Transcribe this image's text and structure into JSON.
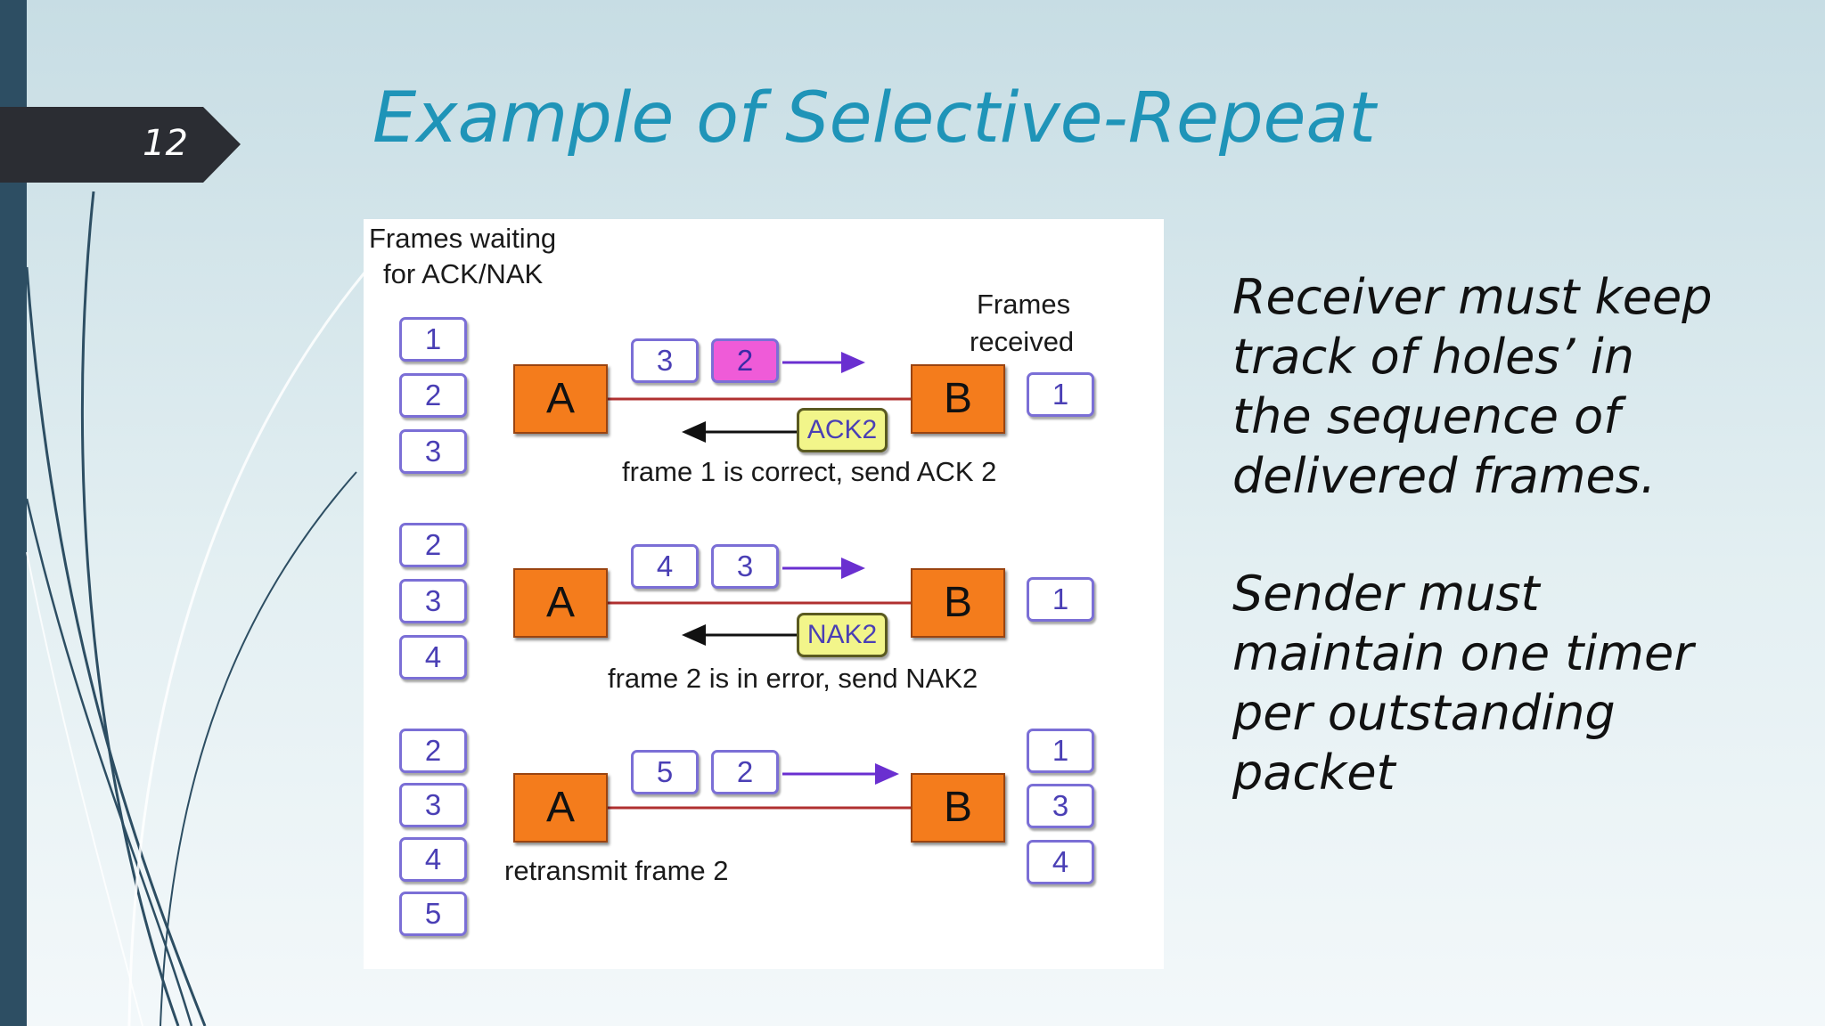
{
  "slide": {
    "number": "12",
    "title": "Example of Selective-Repeat"
  },
  "diagram": {
    "sender_heading": [
      "Frames waiting",
      "for ACK/NAK"
    ],
    "receiver_heading": [
      "Frames",
      "received"
    ],
    "node_a": "A",
    "node_b": "B",
    "rows": [
      {
        "waiting": [
          "1",
          "2",
          "3"
        ],
        "in_transit": [
          "3",
          "2"
        ],
        "received": [
          "1"
        ],
        "reply": "ACK2",
        "caption": "frame 1 is correct, send ACK 2"
      },
      {
        "waiting": [
          "2",
          "3",
          "4"
        ],
        "in_transit": [
          "4",
          "3"
        ],
        "received": [
          "1"
        ],
        "reply": "NAK2",
        "caption": "frame 2 is in error, send NAK2"
      },
      {
        "waiting": [
          "2",
          "3",
          "4",
          "5"
        ],
        "in_transit": [
          "5",
          "2"
        ],
        "received": [
          "1",
          "3",
          "4"
        ],
        "caption": "retransmit frame 2"
      }
    ],
    "colors": {
      "node": "#f47c1c",
      "frame_border": "#7b6fd6",
      "highlight_frame": "#ef5bd8",
      "reply_box": "#f2f58a"
    }
  },
  "notes": {
    "receiver": [
      "Receiver must keep",
      "track of holes’ in",
      "the sequence of",
      "delivered frames."
    ],
    "sender": [
      "Sender must",
      "maintain one timer",
      "per outstanding",
      "packet"
    ]
  }
}
